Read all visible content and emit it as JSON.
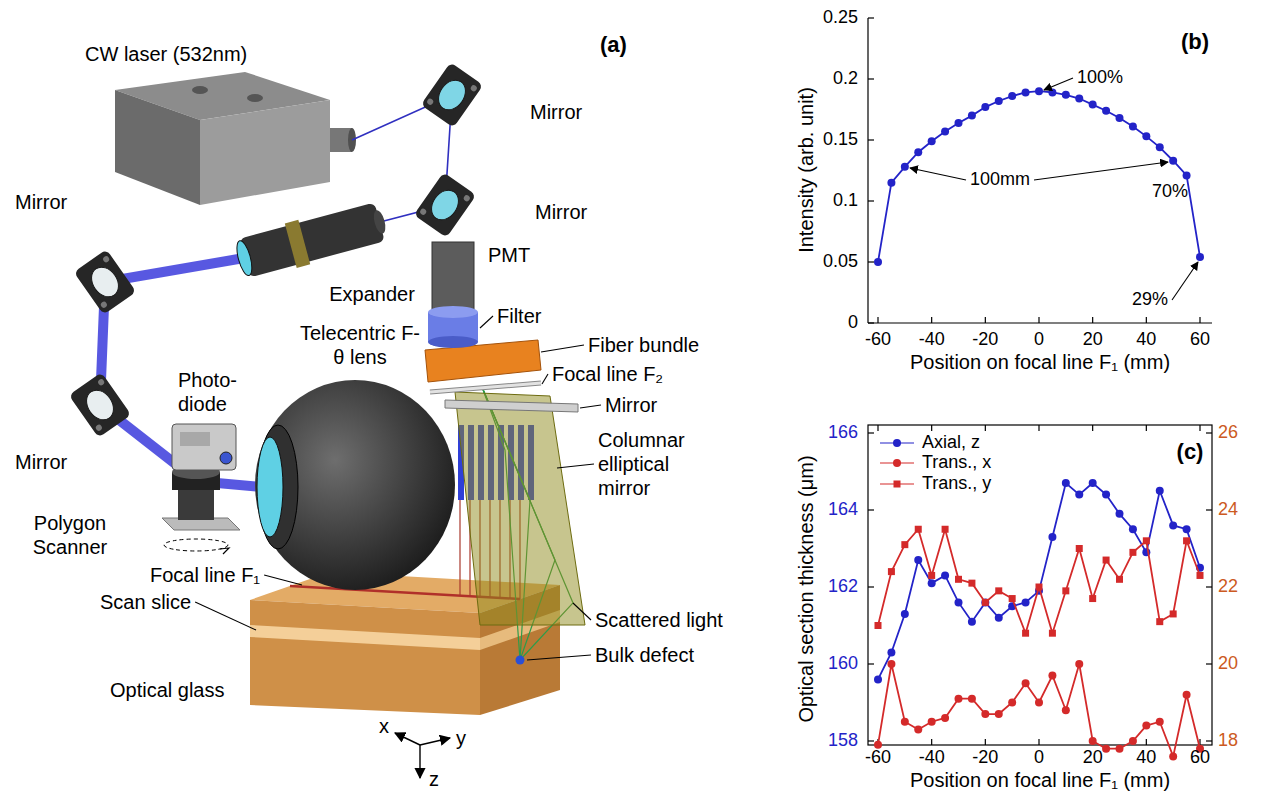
{
  "diagram": {
    "labels": [
      "CW laser (532nm)",
      "(a)",
      "Mirror",
      "Mirror",
      "Mirror",
      "Expander",
      "PMT",
      "Telecentric F-θ lens",
      "Photo- diode",
      "Filter",
      "Fiber bundle",
      "Focal line F₂",
      "Mirror",
      "Columnar elliptical mirror",
      "Mirror",
      "Polygon Scanner",
      "Focal line F₁",
      "Scan slice",
      "Scattered light",
      "Bulk defect",
      "Optical glass",
      "x",
      "y",
      "z",
      "(b)",
      "100%",
      "100mm",
      "70%",
      "29%",
      "Intensity (arb. unit)",
      "Position on focal line F₁ (mm)",
      "0",
      "0.05",
      "0.1",
      "0.15",
      "0.2",
      "0.25",
      "-60",
      "-40",
      "-20",
      "0",
      "20",
      "40",
      "60",
      "(c)",
      "Optical section thickness (μm)",
      "Position on focal line F₁ (mm)",
      "158",
      "160",
      "162",
      "164",
      "166",
      "18",
      "20",
      "22",
      "24",
      "26",
      "-60",
      "-40",
      "-20",
      "0",
      "20",
      "40",
      "60"
    ],
    "legend": [
      {
        "text": "Axial, z"
      },
      {
        "text": "Trans., x"
      },
      {
        "text": "Trans., y"
      }
    ]
  }
}
